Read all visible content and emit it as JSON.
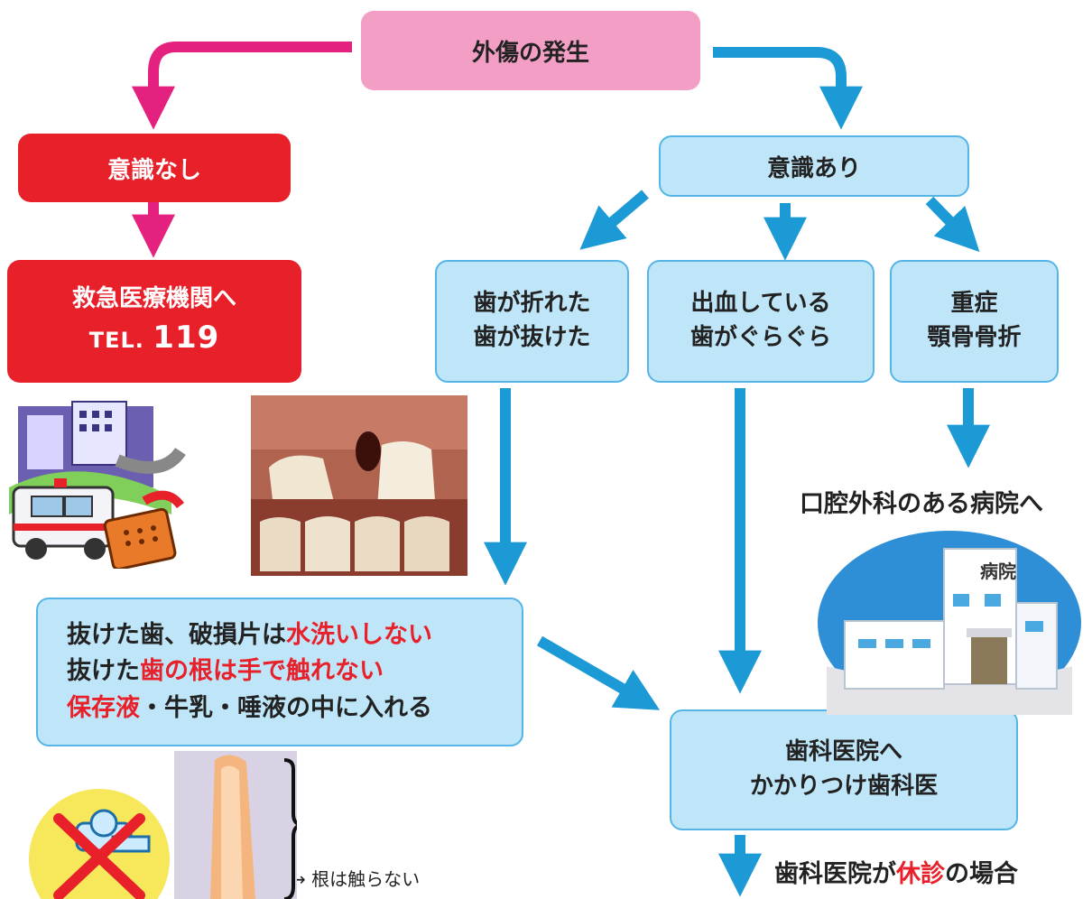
{
  "title": "外傷の発生",
  "left": {
    "unconscious": "意識なし",
    "emergency_line1": "救急医療機関へ",
    "tel_prefix": "TEL.",
    "tel_number": "119"
  },
  "right": {
    "conscious": "意識あり",
    "branch1_line1": "歯が折れた",
    "branch1_line2": "歯が抜けた",
    "branch2_line1": "出血している",
    "branch2_line2": "歯がぐらぐら",
    "branch3_line1": "重症",
    "branch3_line2": "顎骨骨折",
    "oral_surgery": "口腔外科のある病院へ",
    "hospital_sign": "病院"
  },
  "care": {
    "l1_a": "抜けた歯、破損片は",
    "l1_b": "水洗いしない",
    "l2_a": "抜けた",
    "l2_b": "歯の根は手で触れない",
    "l3_a": "保存液",
    "l3_b": "・牛乳・唾液の中に入れる"
  },
  "dental": {
    "line1": "歯科医院へ",
    "line2": "かかりつけ歯科医",
    "closed_a": "歯科医院が",
    "closed_b": "休診",
    "closed_c": "の場合"
  },
  "root_note": "→ 根は触らない",
  "colors": {
    "pink": "#f39ec5",
    "magenta_arrow": "#e5217f",
    "red": "#e8202a",
    "light_blue": "#bfe6f8",
    "blue_arrow": "#1c9ad6"
  },
  "illustrations": [
    "ambulance-phone-illustration",
    "missing-tooth-photo",
    "no-water-faucet-icon",
    "tooth-root-photo",
    "hospital-building-illustration"
  ]
}
